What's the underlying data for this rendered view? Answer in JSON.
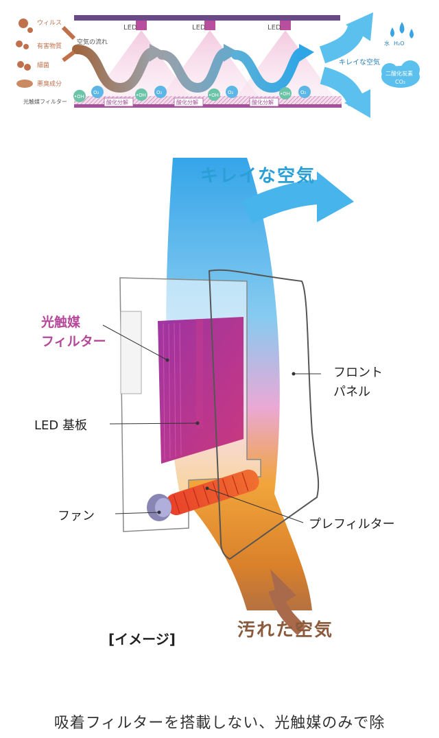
{
  "top_diagram": {
    "led_label": "LED",
    "airflow_label": "空気の流れ",
    "pollutants": [
      "ウィルス",
      "有害物質",
      "細菌",
      "悪臭成分"
    ],
    "filter_label": "光触媒フィルター",
    "decomposition_label": "酸化分解",
    "clean_air_label": "キレイな空気",
    "water_label_1": "水",
    "water_label_2": "H₂O",
    "co2_label_1": "二酸化炭素",
    "co2_label_2": "CO₂",
    "oh_label": "•OH",
    "o2_label": "O₂",
    "colors": {
      "bar": "#6a4a86",
      "filter": "#a5529a",
      "arrow_blue": "#3aa3e4",
      "pollutant": "#c0704a"
    }
  },
  "main_diagram": {
    "clean_air_title": "キレイな空気",
    "dirty_air_title": "汚れた空気",
    "labels": {
      "photocatalyst_1": "光触媒",
      "photocatalyst_2": "フィルター",
      "led_board": "LED 基板",
      "fan": "ファン",
      "front_panel_1": "フロント",
      "front_panel_2": "パネル",
      "prefilter": "プレフィルター"
    },
    "image_note": "[イメージ]",
    "colors": {
      "clean": "#2a9fd6",
      "dirty": "#8a5a3a",
      "accent": "#b5489a"
    }
  },
  "caption": "吸着フィルターを搭載しない、光触媒のみで除"
}
